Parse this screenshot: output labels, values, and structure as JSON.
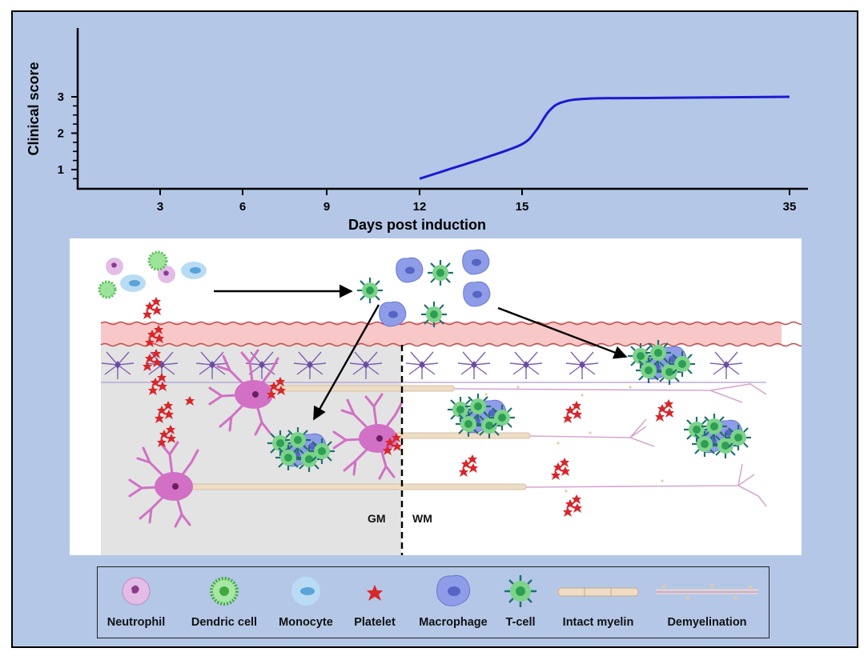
{
  "chart_data": {
    "type": "line",
    "xlabel": "Days post induction",
    "ylabel": "Clinical score",
    "x_ticks": [
      "3",
      "6",
      "9",
      "12",
      "15",
      "35"
    ],
    "y_ticks": [
      "1",
      "2",
      "3"
    ],
    "series": [
      {
        "color": "#1b1bd0",
        "x": [
          12,
          13,
          14,
          15,
          16,
          17,
          18,
          20,
          25,
          35
        ],
        "y": [
          0.75,
          1.05,
          1.35,
          1.7,
          2.05,
          2.6,
          2.85,
          2.95,
          2.97,
          3.0
        ]
      }
    ]
  },
  "diagram": {
    "gm_label": "GM",
    "wm_label": "WM"
  },
  "legend": {
    "items": [
      {
        "label": "Neutrophil",
        "icon": "neutrophil-icon"
      },
      {
        "label": "Dendric cell",
        "icon": "dendritic-cell-icon"
      },
      {
        "label": "Monocyte",
        "icon": "monocyte-icon"
      },
      {
        "label": "Platelet",
        "icon": "platelet-icon"
      },
      {
        "label": "Macrophage",
        "icon": "macrophage-icon"
      },
      {
        "label": "T-cell",
        "icon": "t-cell-icon"
      },
      {
        "label": "Intact myelin",
        "icon": "intact-myelin-icon"
      },
      {
        "label": "Demyelination",
        "icon": "demyelination-icon"
      }
    ]
  },
  "colors": {
    "background": "#b4c7e7",
    "curve": "#1b1bd0",
    "vessel": "#f8c8c8",
    "gray_matter": "#e3e3e3",
    "neuron": "#d170c4",
    "myelin": "#e6d3b8",
    "t_cell": "#3fae5a",
    "macrophage": "#7f8ee0",
    "platelet": "#d8262a"
  }
}
